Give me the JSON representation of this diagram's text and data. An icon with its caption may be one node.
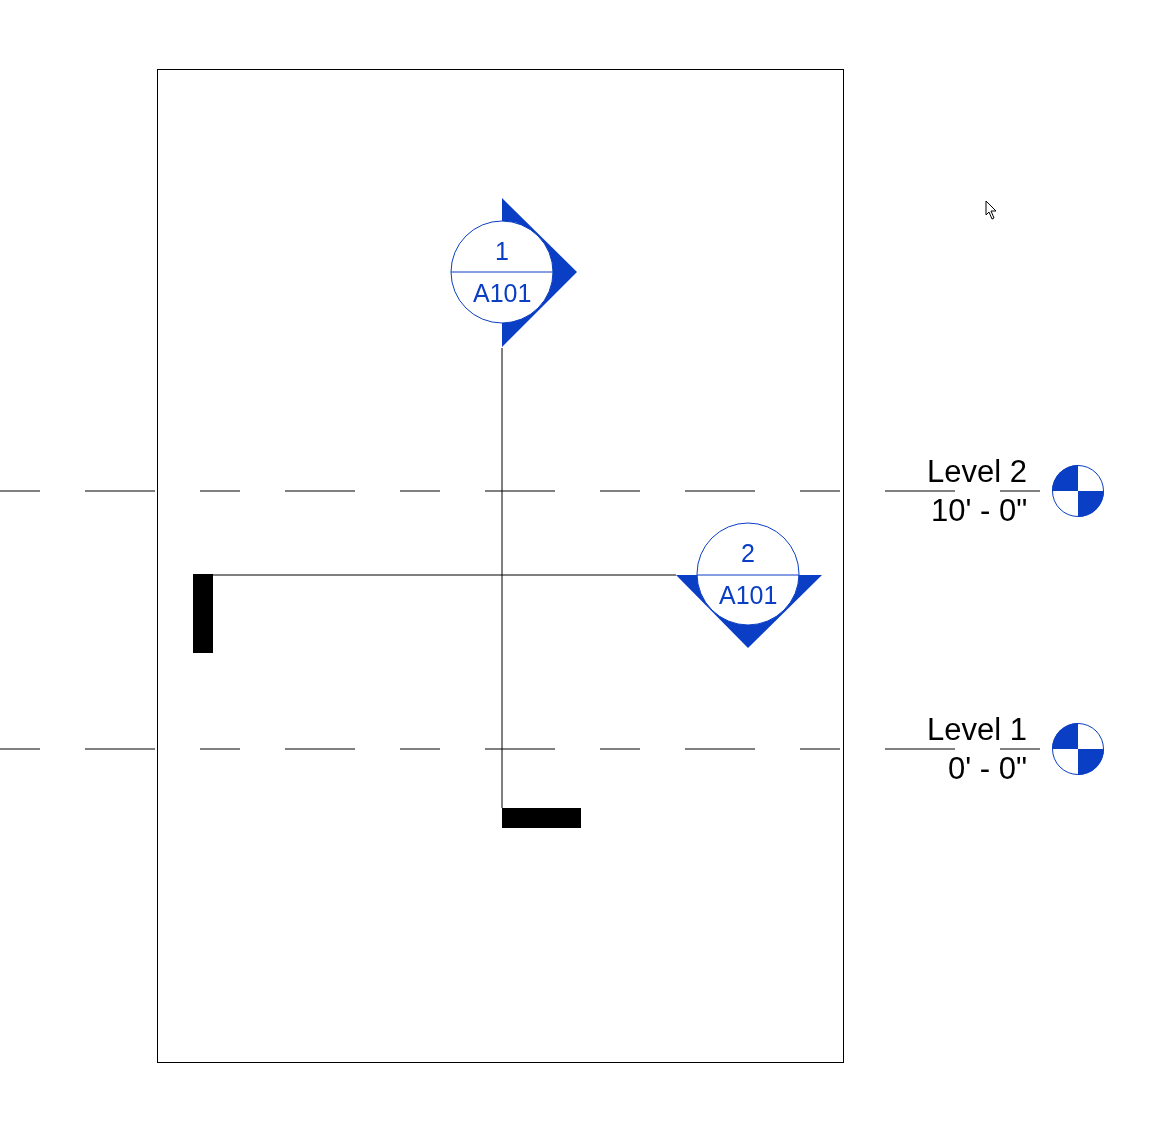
{
  "diagram": {
    "nodes": [
      {
        "text": [
          "1",
          "A101"
        ]
      },
      {
        "text": [],
        "shape": "bar"
      },
      {
        "text": [
          "2",
          "A101"
        ]
      },
      {
        "text": [],
        "shape": "bar"
      },
      {
        "text": [],
        "shape": "circle",
        "beside": [
          "Level 2",
          "10' - 0\""
        ]
      },
      {
        "text": [],
        "shape": "circle",
        "beside": [
          "Level 1",
          "0' - 0\""
        ]
      }
    ],
    "edges": [
      {
        "from": 0,
        "to": 1,
        "arrow": "none"
      },
      {
        "from": 2,
        "to": 3,
        "arrow": "none"
      },
      {
        "from": null,
        "to": 4,
        "arrow": "none",
        "style": "dashed"
      },
      {
        "from": null,
        "to": 5,
        "arrow": "none",
        "style": "dashed"
      }
    ]
  }
}
